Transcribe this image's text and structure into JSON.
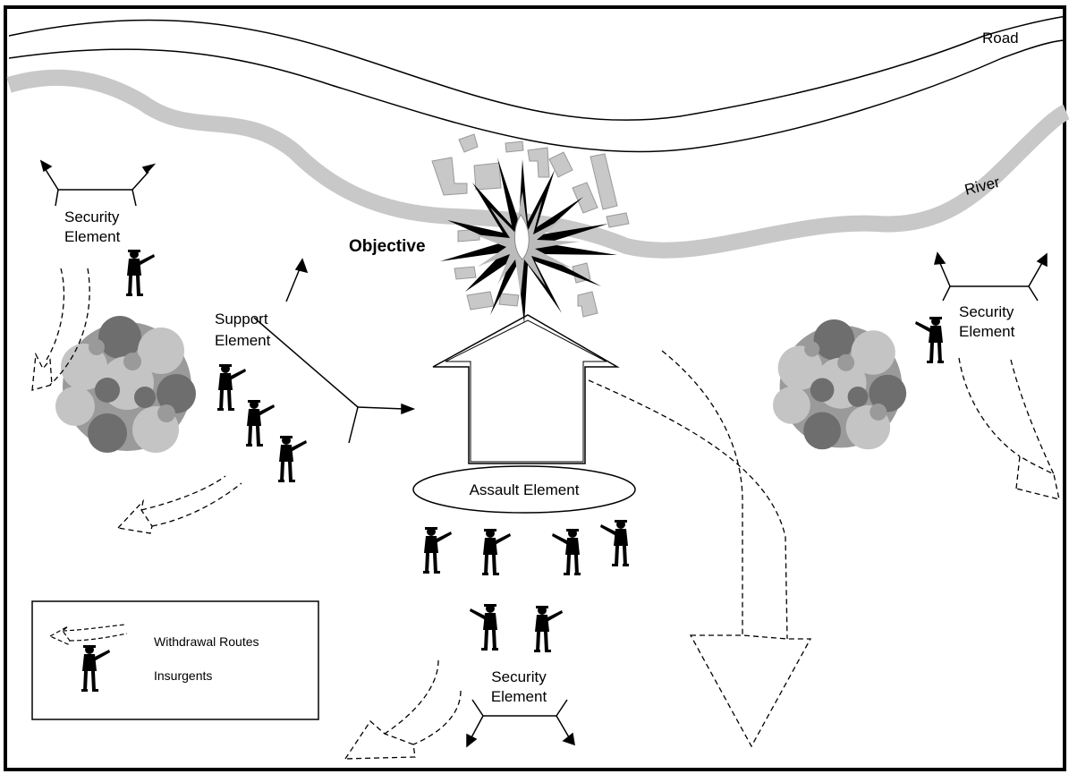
{
  "diagram": {
    "labels": {
      "road": "Road",
      "river": "River",
      "objective": "Objective",
      "security_left": [
        "Security",
        "Element"
      ],
      "support": [
        "Support",
        "Element"
      ],
      "security_right": [
        "Security",
        "Element"
      ],
      "assault": "Assault Element",
      "security_bottom": [
        "Security",
        "Element"
      ]
    },
    "legend": {
      "withdrawal": "Withdrawal Routes",
      "insurgents": "Insurgents"
    },
    "colors": {
      "river": "#c8c8c8",
      "building": "#c8c8c8",
      "foliage_dark": "#6e6e6e",
      "foliage_mid": "#9a9a9a",
      "foliage_light": "#c4c4c4",
      "figure": "#000000"
    }
  }
}
